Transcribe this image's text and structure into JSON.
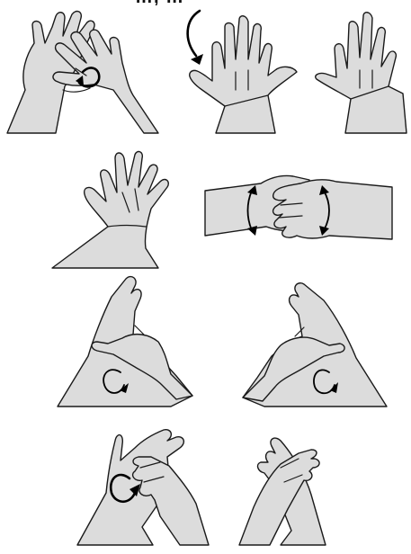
{
  "header": {
    "cropped_title": "…, …"
  },
  "steps": [
    {
      "id": 1,
      "motion": "circular-arrow-icon"
    },
    {
      "id": 2,
      "motion": "curved-arrow-icon"
    },
    {
      "id": 3,
      "motion": "none"
    },
    {
      "id": 4,
      "motion": "none"
    },
    {
      "id": 5,
      "motion": "double-arrow-icon"
    },
    {
      "id": 6,
      "motion": "circular-arrow-icon"
    },
    {
      "id": 7,
      "motion": "circular-arrow-icon"
    },
    {
      "id": 8,
      "motion": "circular-arrow-icon"
    },
    {
      "id": 9,
      "motion": "none"
    }
  ],
  "colors": {
    "skin": "#dcdcdc",
    "outline": "#1a1a1a",
    "arrow": "#000000",
    "background": "#ffffff"
  }
}
